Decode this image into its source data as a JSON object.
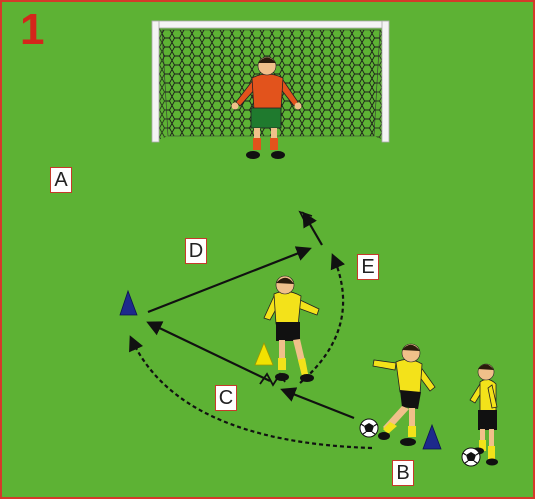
{
  "drill": {
    "number": "1",
    "labels": {
      "a": "A",
      "b": "B",
      "c": "C",
      "d": "D",
      "e": "E"
    }
  },
  "colors": {
    "pitch": "#5db234",
    "border": "#d43a2a",
    "number": "#d4261b",
    "cone_blue": "#1d2a8c",
    "cone_yellow": "#f2e200",
    "keeper_shirt": "#e2531c",
    "keeper_shorts": "#1f7a2e",
    "player_shirt": "#f3e21a",
    "player_shorts": "#111111"
  },
  "icons": {
    "goal": "goal-net-icon",
    "goalkeeper": "goalkeeper-icon",
    "player": "player-icon",
    "ball": "soccer-ball-icon",
    "cone": "cone-icon"
  }
}
